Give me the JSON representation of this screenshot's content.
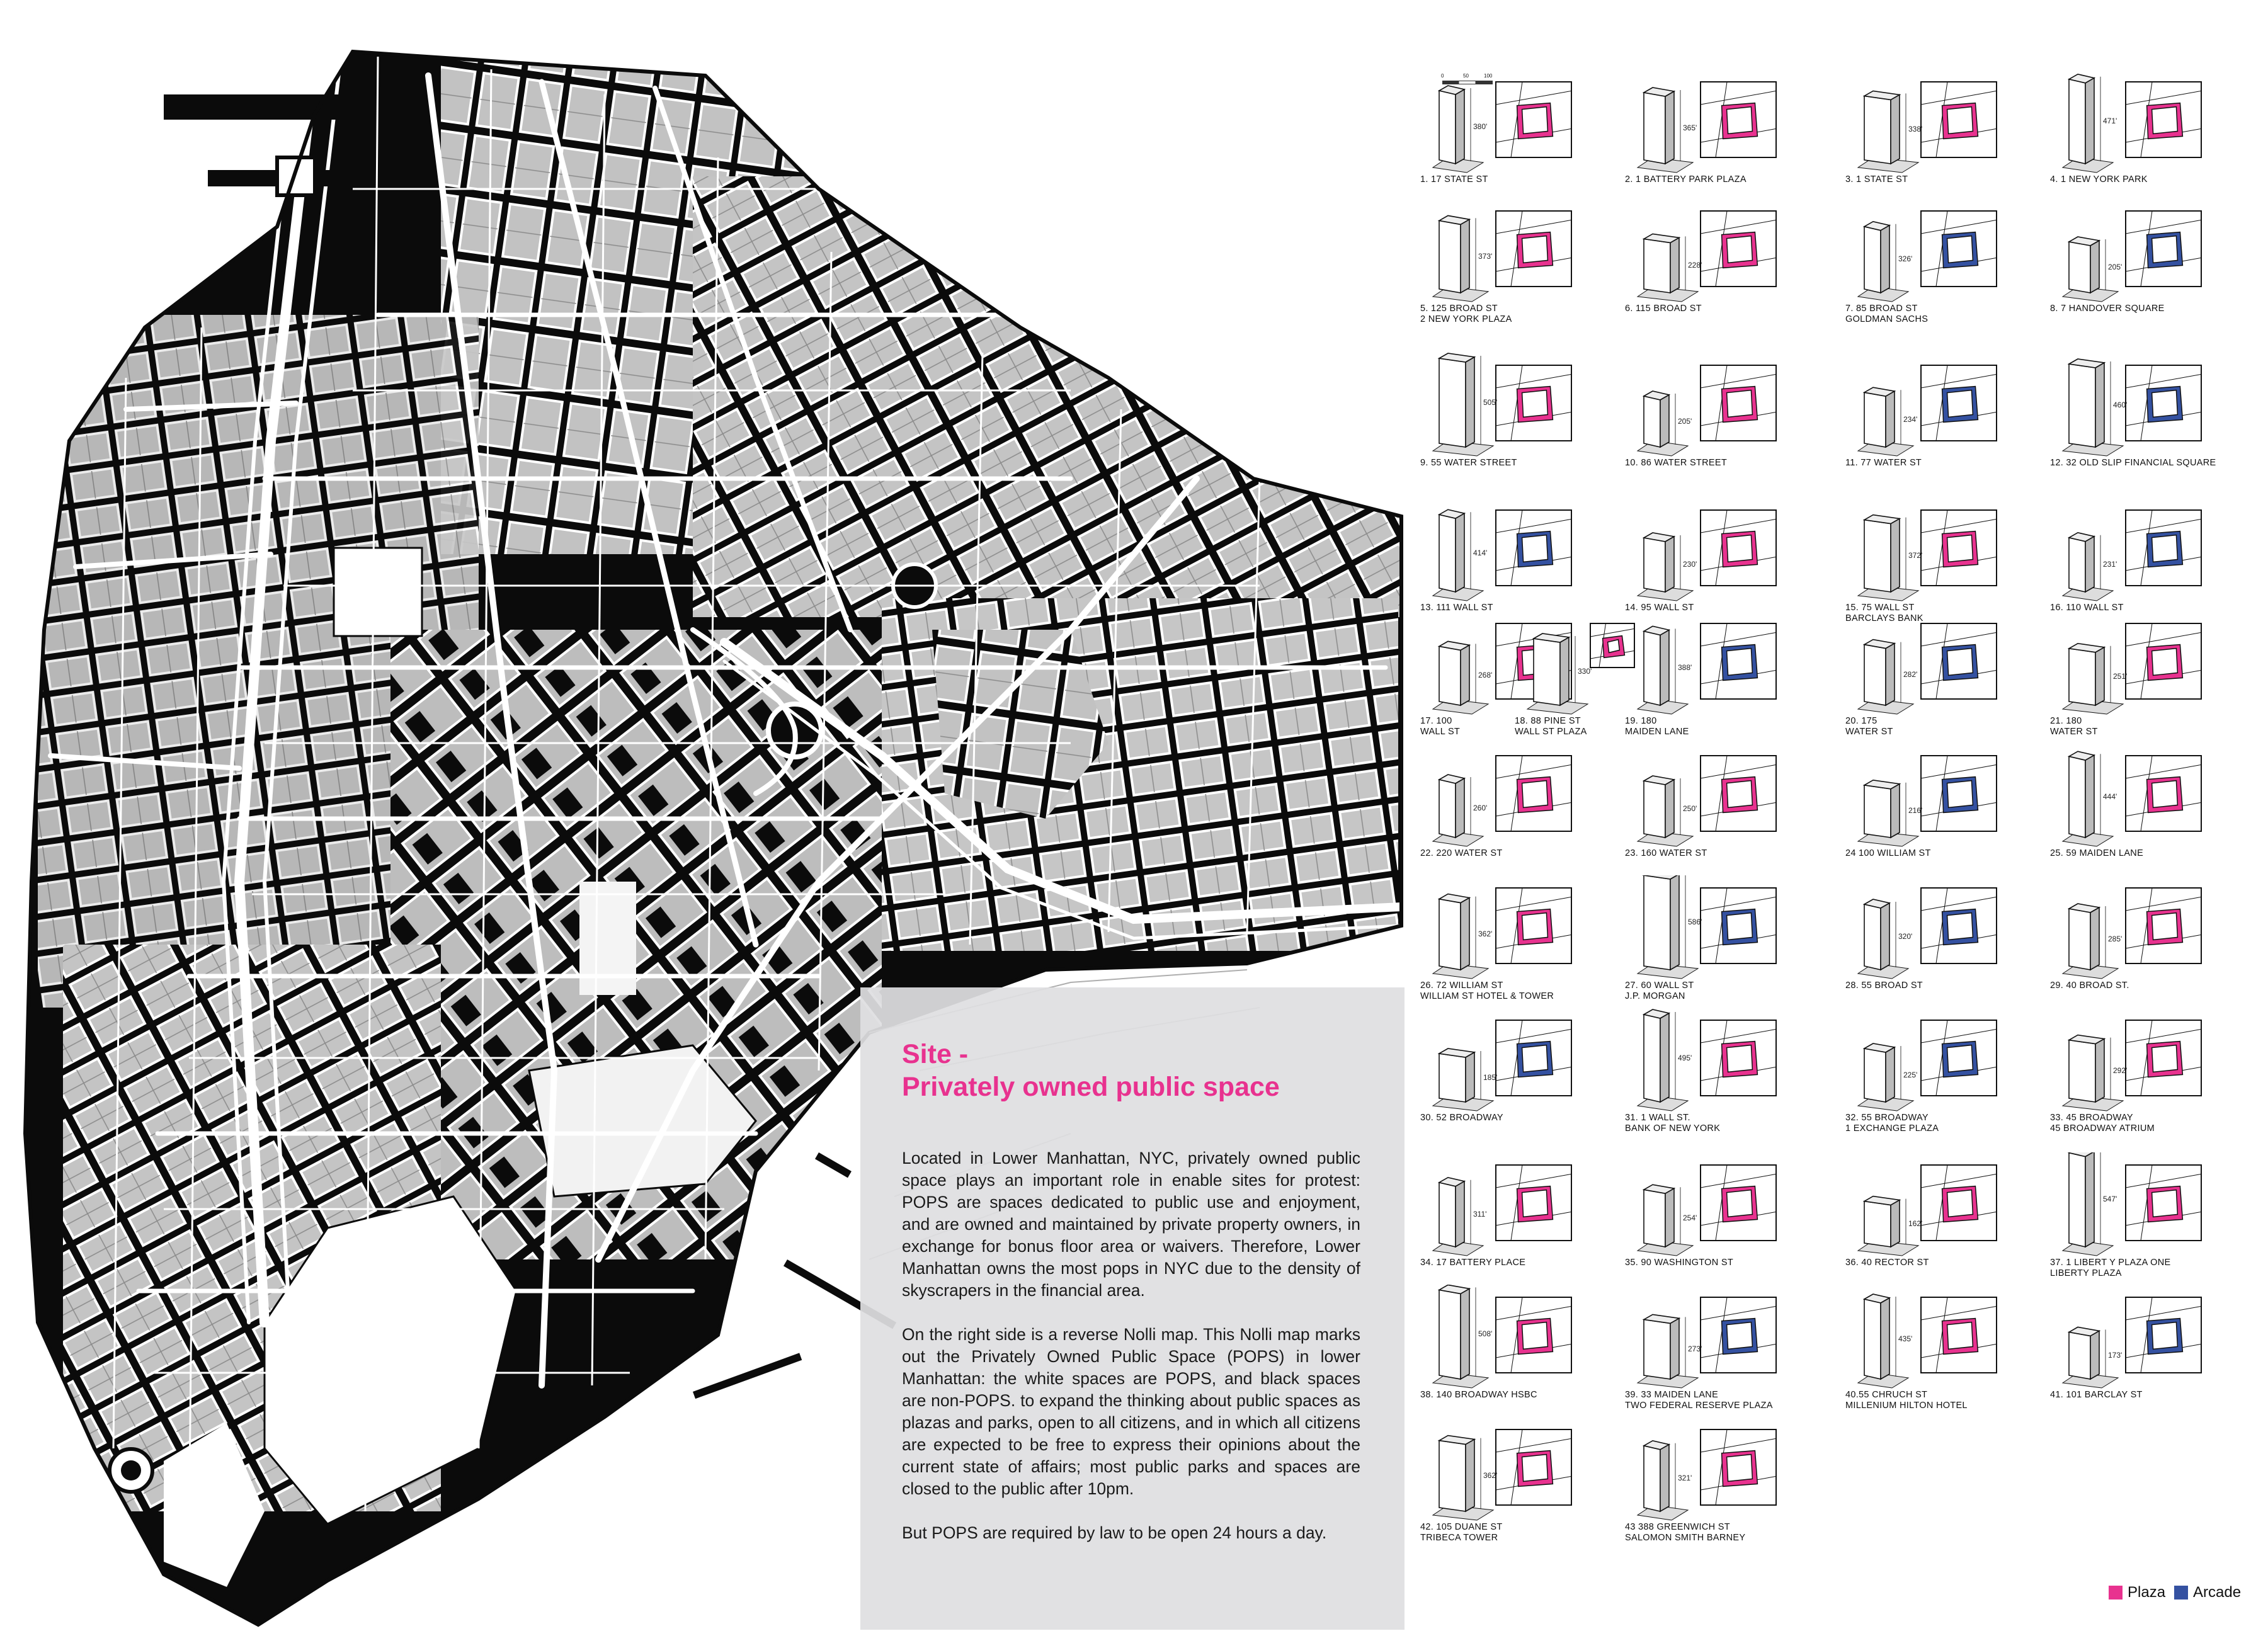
{
  "panel": {
    "title_line1": "Site -",
    "title_line2": "Privately owned public space",
    "paragraph1": "Located in Lower Manhattan, NYC, privately owned public space plays an important role in enable sites for protest: POPS are spaces dedicated to public use and enjoyment, and are owned and maintained by private property owners, in exchange for bonus floor area or waivers. Therefore, Lower Manhattan owns the most pops in NYC due to the density of skyscrapers in the financial area.",
    "paragraph2": "On the right side is a reverse Nolli map. This Nolli map marks out the Privately Owned Public Space (POPS) in lower Manhattan: the white spaces are POPS, and black spaces are non-POPS. to expand the thinking about public spaces as plazas and parks, open to all citizens,  and in which all citizens are expected to be free to express their opinions about the current state of affairs; most public parks and spaces are closed to the public after 10pm.",
    "paragraph3": "But POPS are required by law to be open 24 hours a day."
  },
  "scale_bar": {
    "labels": [
      "0",
      "50",
      "100"
    ]
  },
  "legend": {
    "plaza_label": "Plaza",
    "arcade_label": "Arcade",
    "plaza_color": "#e8328f",
    "arcade_color": "#3451a1"
  },
  "colors": {
    "ink": "#111111",
    "block_gray": "#c3c3c3",
    "plaza": "#e8328f",
    "arcade": "#3451a1"
  },
  "entries": [
    {
      "label": [
        "1. 17 STATE ST"
      ],
      "height": "380'",
      "type": "plaza",
      "row": 0,
      "col": 0
    },
    {
      "label": [
        "2.  1 BATTERY PARK PLAZA"
      ],
      "height": "365'",
      "type": "plaza",
      "row": 0,
      "col": 1
    },
    {
      "label": [
        "3. 1 STATE ST"
      ],
      "height": "338'",
      "type": "plaza",
      "row": 0,
      "col": 2
    },
    {
      "label": [
        "4. 1 NEW YORK PARK"
      ],
      "height": "471'",
      "type": "plaza",
      "row": 0,
      "col": 3
    },
    {
      "label": [
        "5. 125 BROAD ST",
        "2 NEW YORK PLAZA"
      ],
      "height": "373'",
      "type": "plaza",
      "row": 1,
      "col": 0
    },
    {
      "label": [
        "6. 115 BROAD ST"
      ],
      "height": "228'",
      "type": "plaza",
      "row": 1,
      "col": 1
    },
    {
      "label": [
        "7. 85 BROAD ST",
        "GOLDMAN SACHS"
      ],
      "height": "326'",
      "type": "arcade",
      "row": 1,
      "col": 2
    },
    {
      "label": [
        "8. 7 HANDOVER SQUARE"
      ],
      "height": "205'",
      "type": "arcade",
      "row": 1,
      "col": 3
    },
    {
      "label": [
        "9. 55 WATER STREET"
      ],
      "height": "505'",
      "type": "plaza",
      "row": 2,
      "col": 0
    },
    {
      "label": [
        "10. 86 WATER STREET"
      ],
      "height": "205'",
      "type": "plaza",
      "row": 2,
      "col": 1
    },
    {
      "label": [
        "11. 77 WATER ST"
      ],
      "height": "234'",
      "type": "arcade",
      "row": 2,
      "col": 2
    },
    {
      "label": [
        "12. 32 OLD SLIP FINANCIAL SQUARE"
      ],
      "height": "460'",
      "type": "arcade",
      "row": 2,
      "col": 3
    },
    {
      "label": [
        "13. 111 WALL ST"
      ],
      "height": "414'",
      "type": "arcade",
      "row": 3,
      "col": 0
    },
    {
      "label": [
        "14. 95 WALL ST"
      ],
      "height": "230'",
      "type": "plaza",
      "row": 3,
      "col": 1
    },
    {
      "label": [
        "15. 75 WALL ST",
        "BARCLAYS BANK"
      ],
      "height": "372'",
      "type": "plaza",
      "row": 3,
      "col": 2
    },
    {
      "label": [
        "16. 110 WALL ST"
      ],
      "height": "231'",
      "type": "arcade",
      "row": 3,
      "col": 3
    },
    {
      "label": [
        "17. 100",
        "WALL ST"
      ],
      "height": "268'",
      "type": "plaza",
      "row": 4,
      "col": 0
    },
    {
      "label": [
        "18. 88 PINE ST",
        "WALL ST PLAZA"
      ],
      "height": "330'",
      "type": "plaza",
      "row": 4,
      "col": 0.5
    },
    {
      "label": [
        "19. 180",
        "MAIDEN LANE"
      ],
      "height": "388'",
      "type": "arcade",
      "row": 4,
      "col": 1
    },
    {
      "label": [
        "20. 175",
        "WATER ST"
      ],
      "height": "282'",
      "type": "arcade",
      "row": 4,
      "col": 2
    },
    {
      "label": [
        "21. 180",
        "WATER ST"
      ],
      "height": "251'",
      "type": "plaza",
      "row": 4,
      "col": 3
    },
    {
      "label": [
        "22. 220 WATER ST"
      ],
      "height": "260'",
      "type": "plaza",
      "row": 5,
      "col": 0
    },
    {
      "label": [
        "23. 160 WATER ST"
      ],
      "height": "250'",
      "type": "plaza",
      "row": 5,
      "col": 1
    },
    {
      "label": [
        "24 100 WILLIAM ST"
      ],
      "height": "216'",
      "type": "arcade",
      "row": 5,
      "col": 2
    },
    {
      "label": [
        "25. 59 MAIDEN LANE"
      ],
      "height": "444'",
      "type": "plaza",
      "row": 5,
      "col": 3
    },
    {
      "label": [
        "26. 72 WILLIAM ST",
        "WILLIAM ST HOTEL & TOWER"
      ],
      "height": "362'",
      "type": "plaza",
      "row": 6,
      "col": 0
    },
    {
      "label": [
        "27. 60 WALL ST",
        "J.P. MORGAN"
      ],
      "height": "586'",
      "type": "arcade",
      "row": 6,
      "col": 1
    },
    {
      "label": [
        "28. 55 BROAD ST"
      ],
      "height": "320'",
      "type": "arcade",
      "row": 6,
      "col": 2
    },
    {
      "label": [
        "29. 40 BROAD ST."
      ],
      "height": "285'",
      "type": "plaza",
      "row": 6,
      "col": 3
    },
    {
      "label": [
        "30. 52 BROADWAY"
      ],
      "height": "185'",
      "type": "arcade",
      "row": 7,
      "col": 0
    },
    {
      "label": [
        "31. 1 WALL ST.",
        "BANK OF NEW YORK"
      ],
      "height": "495'",
      "type": "plaza",
      "row": 7,
      "col": 1
    },
    {
      "label": [
        "32. 55 BROADWAY",
        "1 EXCHANGE PLAZA"
      ],
      "height": "225'",
      "type": "arcade",
      "row": 7,
      "col": 2
    },
    {
      "label": [
        "33. 45 BROADWAY",
        "45 BROADWAY ATRIUM"
      ],
      "height": "292'",
      "type": "plaza",
      "row": 7,
      "col": 3
    },
    {
      "label": [
        "34. 17 BATTERY PLACE"
      ],
      "height": "311'",
      "type": "plaza",
      "row": 8,
      "col": 0
    },
    {
      "label": [
        "35. 90 WASHINGTON ST"
      ],
      "height": "254'",
      "type": "plaza",
      "row": 8,
      "col": 1
    },
    {
      "label": [
        "36. 40 RECTOR ST"
      ],
      "height": "162'",
      "type": "plaza",
      "row": 8,
      "col": 2
    },
    {
      "label": [
        "37. 1 LIBERT Y PLAZA ONE",
        "LIBERTY PLAZA"
      ],
      "height": "547'",
      "type": "plaza",
      "row": 8,
      "col": 3
    },
    {
      "label": [
        "38. 140 BROADWAY HSBC"
      ],
      "height": "508'",
      "type": "plaza",
      "row": 9,
      "col": 0
    },
    {
      "label": [
        "39. 33 MAIDEN LANE",
        "TWO FEDERAL RESERVE PLAZA"
      ],
      "height": "273'",
      "type": "arcade",
      "row": 9,
      "col": 1
    },
    {
      "label": [
        "40.55 CHRUCH ST",
        "MILLENIUM HILTON HOTEL"
      ],
      "height": "435'",
      "type": "plaza",
      "row": 9,
      "col": 2
    },
    {
      "label": [
        "41. 101 BARCLAY ST"
      ],
      "height": "173'",
      "type": "arcade",
      "row": 9,
      "col": 3
    },
    {
      "label": [
        "42. 105 DUANE ST",
        "TRIBECA TOWER"
      ],
      "height": "362'",
      "type": "plaza",
      "row": 10,
      "col": 0
    },
    {
      "label": [
        "43 388 GREENWICH ST",
        "SALOMON SMITH BARNEY"
      ],
      "height": "321'",
      "type": "plaza",
      "row": 10,
      "col": 1
    }
  ]
}
